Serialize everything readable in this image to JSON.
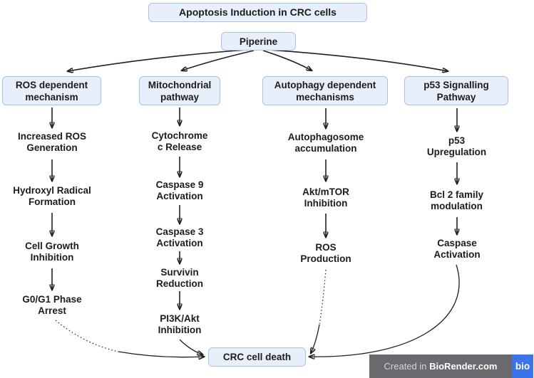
{
  "title": "Apoptosis Induction in CRC cells",
  "root_node": "Piperine",
  "sink_node": "CRC cell death",
  "branches": [
    {
      "header": "ROS dependent mechanism",
      "steps": [
        "Increased ROS Generation",
        "Hydroxyl Radical Formation",
        "Cell Growth Inhibition",
        "G0/G1 Phase Arrest"
      ]
    },
    {
      "header": "Mitochondrial pathway",
      "steps": [
        "Cytochrome c Release",
        "Caspase 9 Activation",
        "Caspase 3 Activation",
        "Survivin Reduction",
        "PI3K/Akt Inhibition"
      ]
    },
    {
      "header": "Autophagy dependent mechanisms",
      "steps": [
        "Autophagosome accumulation",
        "Akt/mTOR Inhibition",
        "ROS Production"
      ]
    },
    {
      "header": "p53 Signalling Pathway",
      "steps": [
        "p53 Upregulation",
        "Bcl 2 family modulation",
        "Caspase Activation"
      ]
    }
  ],
  "footer": {
    "created_in": "Created in ",
    "brand": "BioRender.com",
    "logo": "bio"
  },
  "colors": {
    "node_fill": "#e9effa",
    "node_border": "#a6c3e3",
    "arrow": "#1f1f1f",
    "footer_bar": "#6a6a6e",
    "footer_logo": "#3b74e8"
  }
}
